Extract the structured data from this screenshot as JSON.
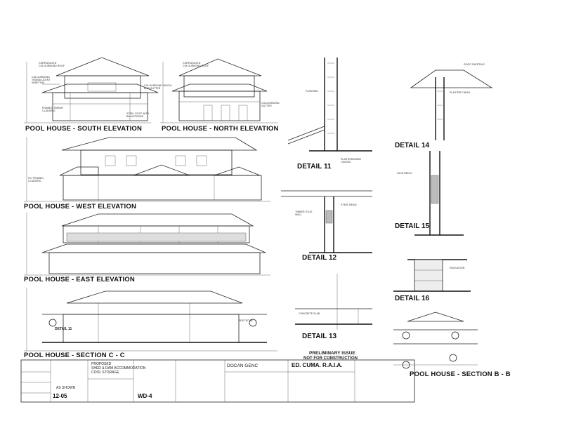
{
  "drawing": {
    "titles": {
      "south_elevation": "POOL HOUSE - SOUTH ELEVATION",
      "north_elevation": "POOL HOUSE - NORTH ELEVATION",
      "west_elevation": "POOL HOUSE - WEST ELEVATION",
      "east_elevation": "POOL HOUSE - EAST ELEVATION",
      "section_cc": "POOL HOUSE - SECTION C - C",
      "section_bb": "POOL HOUSE - SECTION B - B"
    },
    "details": {
      "d11": "DETAIL  11",
      "d12": "DETAIL  12",
      "d13": "DETAIL  13",
      "d14": "DETAIL  14",
      "d15": "DETAIL  15",
      "d16": "DETAIL  16",
      "d11_ref": "DETAIL 11"
    },
    "notes": {
      "n1": "CORRUGATED\nCOLOURBOND ROOF",
      "n2": "COLOURBOND\nTRANSLUCENT\nSHEETING",
      "n3": "FRAMED TIMBER\nCLADDING",
      "n4": "COLOURBOND FASCIA\nAND GUTTER",
      "n5": "STEEL POST WITH\nBALUSTRADE",
      "n6": "CORRUGATED\nCOLOURBOND ROOF",
      "n7": "COLOURBOND\nGUTTER",
      "n8": "F/C FRAMED\nCLADDING",
      "n9": "FLASHING",
      "n10": "PLASTERBOARD\nCEILING",
      "n11": "TIMBER STUD\nWALL",
      "n12": "STEEL BEAM",
      "n13": "CONCRETE SLAB",
      "n14": "SEE DETAIL",
      "n15": "FACE BRICK",
      "n16": "PLASTER FINISH",
      "n17": "ROOF SHEETING",
      "n18": "INSULATION"
    },
    "stamp": {
      "line1": "PRELIMINARY ISSUE",
      "line2": "NOT FOR CONSTRUCTION"
    },
    "title_block": {
      "drawing_no": "12-05",
      "sheet": "WD-4",
      "client": "DOCAN GENC",
      "architect": "ED. CUMA. R.A.I.A.",
      "project_line1": "PROPOSED",
      "project_line2": "SHED & DAM ACCOMMODATION",
      "project_line3": "COOL STORAGE",
      "scale": "AS SHOWN",
      "date": "12-05"
    }
  }
}
